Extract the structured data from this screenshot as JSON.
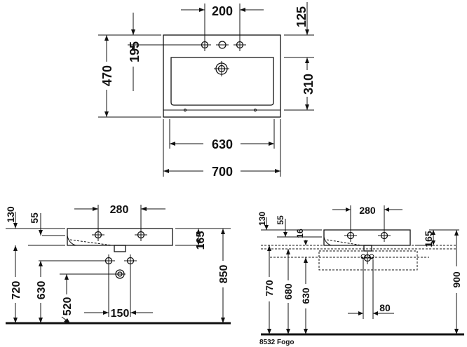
{
  "top_view": {
    "width_total": "700",
    "width_inner": "630",
    "depth_total": "470",
    "depth_to_taphole": "195",
    "tap_spacing": "200",
    "rim_to_taphole": "125",
    "basin_depth": "310"
  },
  "side_view_left": {
    "top_thickness": "130",
    "depth_55": "55",
    "tap_spacing": "280",
    "height_165": "165",
    "height_720": "720",
    "height_630": "630",
    "height_520": "520",
    "height_850": "850",
    "spacing_150": "150"
  },
  "side_view_right": {
    "top_thickness": "130",
    "depth_55": "55",
    "depth_16": "16",
    "tap_spacing": "280",
    "height_165": "165",
    "height_770": "770",
    "height_680": "680",
    "height_630": "630",
    "height_900": "900",
    "offset_80": "80",
    "model_caption": "8532 Fogo"
  }
}
